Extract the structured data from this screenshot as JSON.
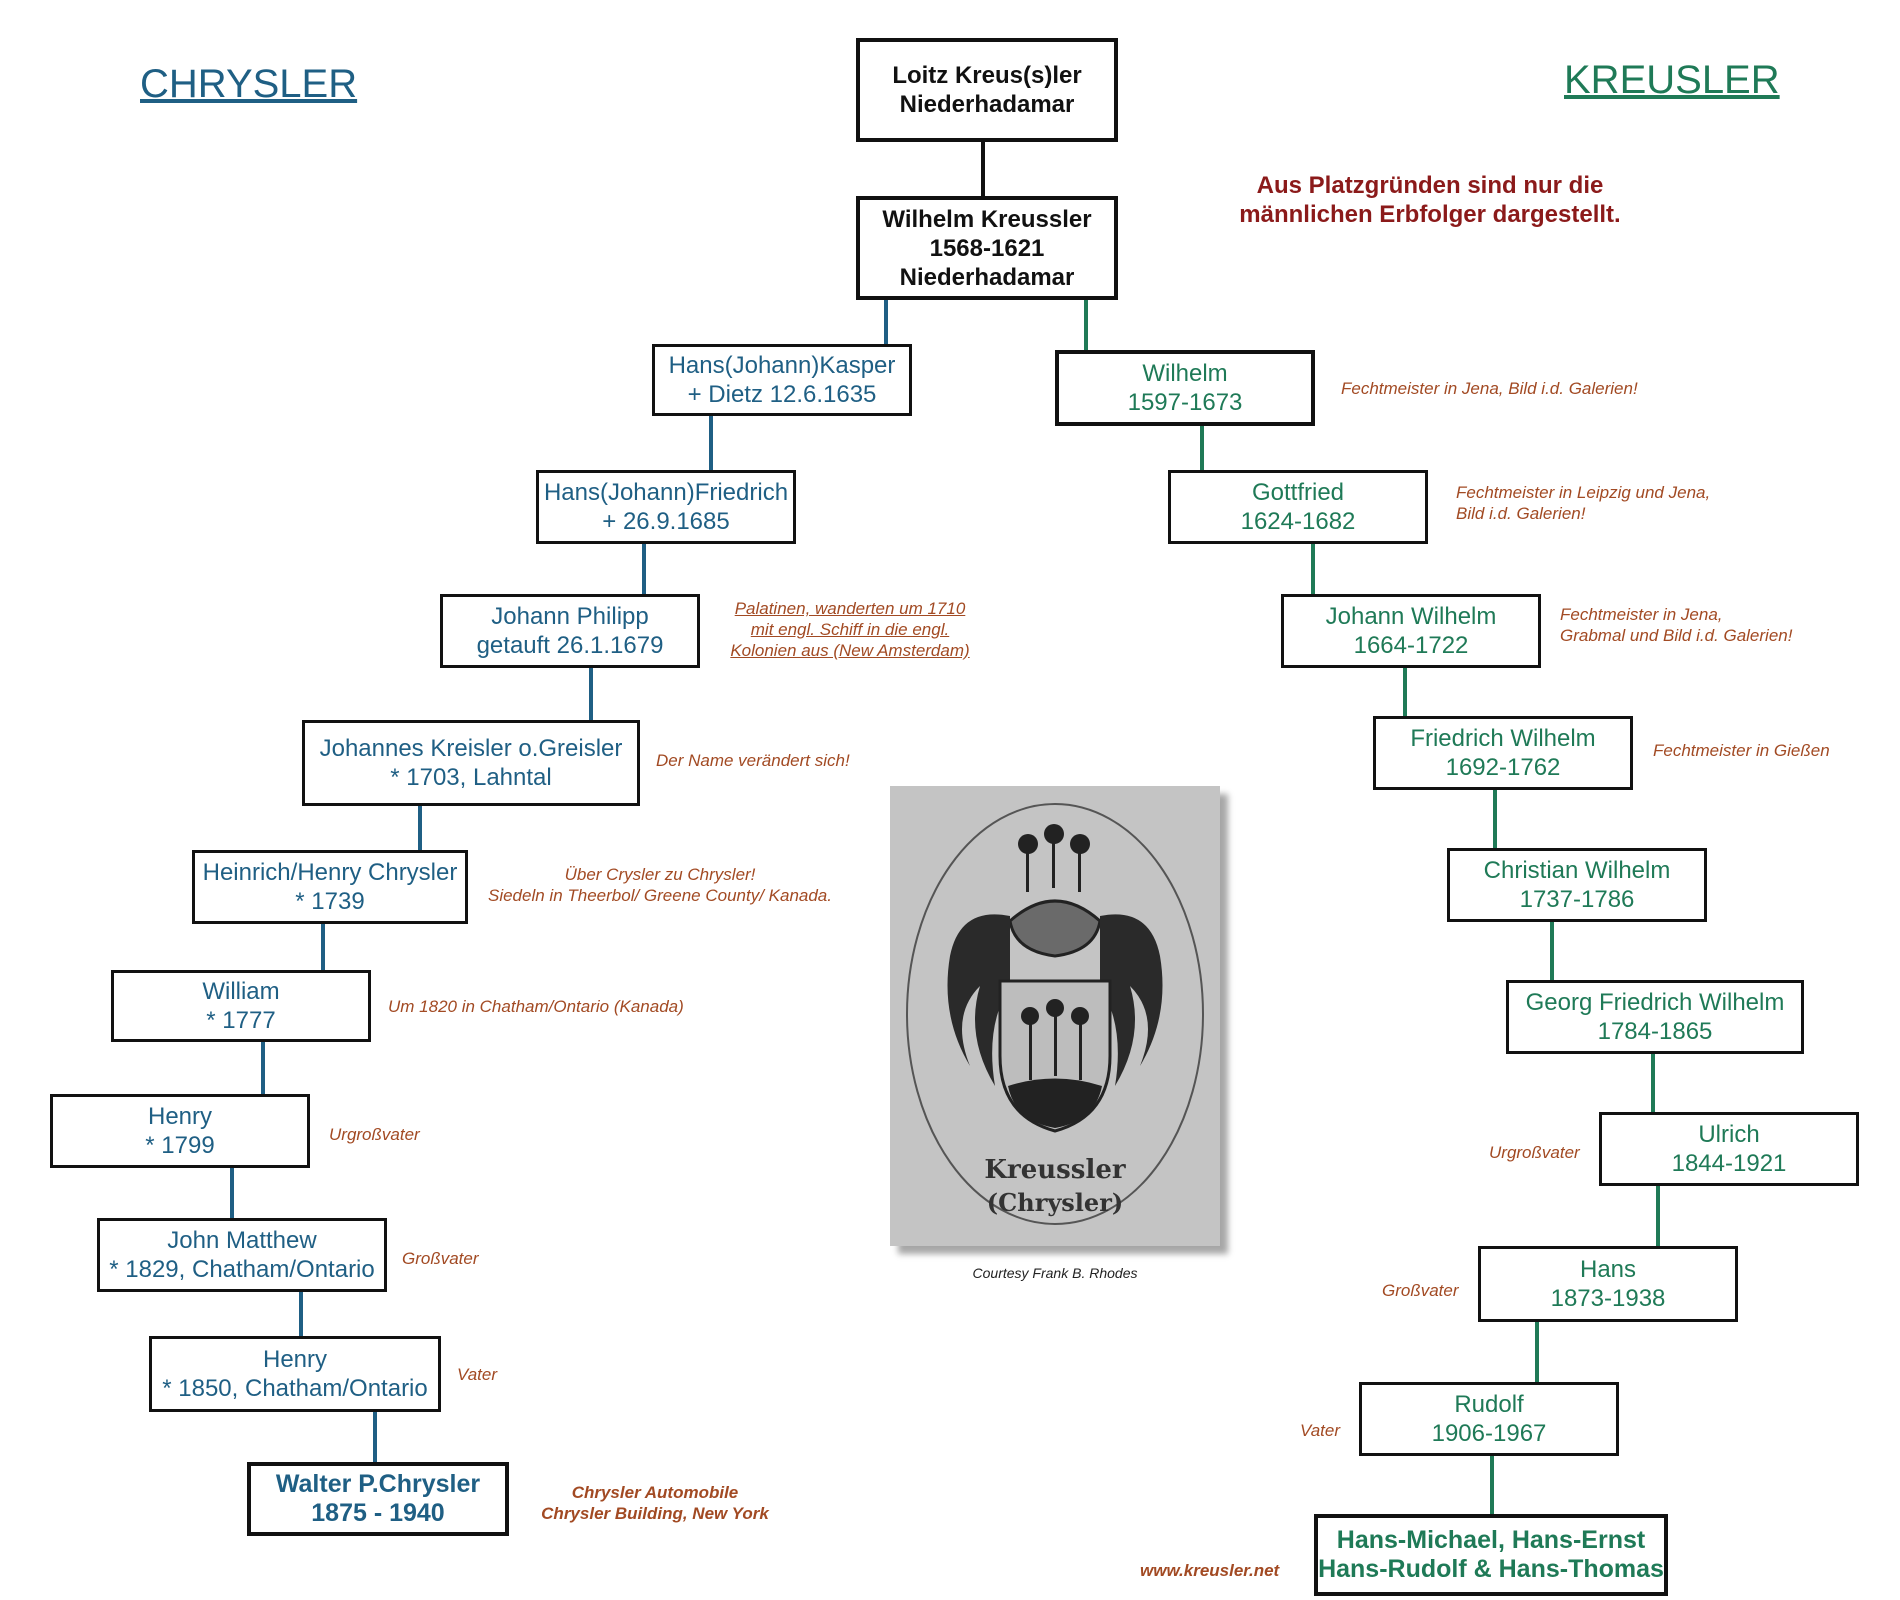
{
  "titles": {
    "left": "CHRYSLER",
    "right": "KREUSLER"
  },
  "notice": {
    "line1": "Aus Platzgründen sind nur die",
    "line2": "männlichen Erbfolger dargestellt."
  },
  "root": [
    {
      "line1": "Loitz Kreus(s)ler",
      "line2": "Niederhadamar"
    },
    {
      "line1": "Wilhelm Kreussler",
      "line2": "1568-1621",
      "line3": "Niederhadamar"
    }
  ],
  "chrysler": [
    {
      "line1": "Hans(Johann)Kasper",
      "line2": "+ Dietz 12.6.1635"
    },
    {
      "line1": "Hans(Johann)Friedrich",
      "line2": "+ 26.9.1685"
    },
    {
      "line1": "Johann Philipp",
      "line2": "getauft 26.1.1679"
    },
    {
      "line1": "Johannes Kreisler o.Greisler",
      "line2": "* 1703, Lahntal"
    },
    {
      "line1": "Heinrich/Henry Chrysler",
      "line2": "* 1739"
    },
    {
      "line1": "William",
      "line2": "* 1777"
    },
    {
      "line1": "Henry",
      "line2": "* 1799"
    },
    {
      "line1": "John Matthew",
      "line2": "* 1829, Chatham/Ontario"
    },
    {
      "line1": "Henry",
      "line2": "* 1850, Chatham/Ontario"
    },
    {
      "line1": "Walter P.Chrysler",
      "line2": "1875 - 1940"
    }
  ],
  "kreusler": [
    {
      "line1": "Wilhelm",
      "line2": "1597-1673"
    },
    {
      "line1": "Gottfried",
      "line2": "1624-1682"
    },
    {
      "line1": "Johann Wilhelm",
      "line2": "1664-1722"
    },
    {
      "line1": "Friedrich Wilhelm",
      "line2": "1692-1762"
    },
    {
      "line1": "Christian Wilhelm",
      "line2": "1737-1786"
    },
    {
      "line1": "Georg Friedrich Wilhelm",
      "line2": "1784-1865"
    },
    {
      "line1": "Ulrich",
      "line2": "1844-1921"
    },
    {
      "line1": "Hans",
      "line2": "1873-1938"
    },
    {
      "line1": "Rudolf",
      "line2": "1906-1967"
    },
    {
      "line1": "Hans-Michael, Hans-Ernst",
      "line2": "Hans-Rudolf & Hans-Thomas"
    }
  ],
  "notes": {
    "chrysler": [
      {
        "line1": "Palatinen, wanderten um 1710",
        "line2": "mit engl. Schiff in die engl.",
        "line3": "Kolonien aus (New Amsterdam)"
      },
      {
        "line1": "Der Name verändert sich!"
      },
      {
        "line1": "Über Crysler zu Chrysler!",
        "line2": "Siedeln in Theerbol/ Greene County/ Kanada."
      },
      {
        "line1": "Um 1820 in Chatham/Ontario (Kanada)"
      },
      {
        "line1": "Urgroßvater"
      },
      {
        "line1": "Großvater"
      },
      {
        "line1": "Vater"
      },
      {
        "line1": "Chrysler Automobile",
        "line2": "Chrysler Building, New York"
      }
    ],
    "kreusler": [
      {
        "line1": "Fechtmeister in Jena, Bild i.d. Galerien!"
      },
      {
        "line1": "Fechtmeister in Leipzig und Jena,",
        "line2": "Bild i.d. Galerien!"
      },
      {
        "line1": "Fechtmeister in Jena,",
        "line2": "Grabmal und Bild i.d. Galerien!"
      },
      {
        "line1": "Fechtmeister in Gießen"
      },
      {
        "line1": "Urgroßvater"
      },
      {
        "line1": "Großvater"
      },
      {
        "line1": "Vater"
      }
    ]
  },
  "coat_of_arms": {
    "text1": "Kreussler",
    "text2": "(Chrysler)",
    "caption": "Courtesy Frank B. Rhodes"
  },
  "website": "www.kreusler.net",
  "colors": {
    "chrysler": "#1f5f84",
    "kreusler": "#1f7a57",
    "root": "#111111",
    "notes": "#a24a23",
    "notice": "#8b1a1a"
  }
}
